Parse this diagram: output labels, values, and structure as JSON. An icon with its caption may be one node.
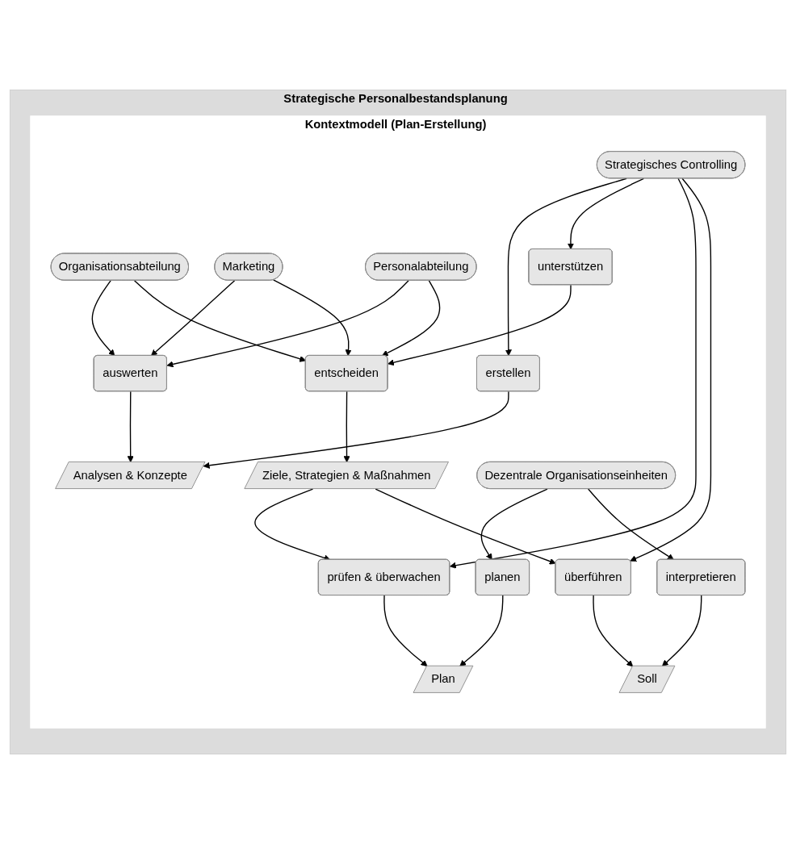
{
  "diagram": {
    "nodes": [
      {
        "text": [
          "Strategische Personalbestandsplanung"
        ]
      },
      {
        "text": [
          "Kontextmodell (Plan-Erstellung)"
        ],
        "in": 0
      },
      {
        "text": [
          "Organisationsabteilung"
        ],
        "in": 1
      },
      {
        "text": [
          "Marketing"
        ],
        "in": 1
      },
      {
        "text": [
          "Personalabteilung"
        ],
        "in": 1
      },
      {
        "text": [
          "auswerten"
        ],
        "in": 1
      },
      {
        "text": [
          "entscheiden"
        ],
        "in": 1
      },
      {
        "text": [
          "Analysen & Konzepte"
        ],
        "in": 1
      },
      {
        "text": [
          "Ziele, Strategien & Maßnahmen"
        ],
        "in": 1
      },
      {
        "text": [
          "erstellen"
        ],
        "in": 1
      },
      {
        "text": [
          "unterstützen"
        ],
        "in": 1
      },
      {
        "text": [
          "prüfen & überwachen"
        ],
        "in": 1
      },
      {
        "text": [
          "überführen"
        ],
        "in": 1
      },
      {
        "text": [
          "Strategisches Controlling"
        ],
        "in": 1
      },
      {
        "text": [
          "Plan"
        ],
        "in": 1
      },
      {
        "text": [
          "Soll"
        ],
        "in": 1
      },
      {
        "text": [
          "planen"
        ],
        "in": 1
      },
      {
        "text": [
          "interpretieren"
        ],
        "in": 1
      },
      {
        "text": [
          "Dezentrale Organisationseinheiten"
        ],
        "in": 1
      }
    ],
    "edges": [
      {
        "from": 2,
        "to": 5,
        "arrow": "to"
      },
      {
        "from": 2,
        "to": 6,
        "arrow": "to"
      },
      {
        "from": 3,
        "to": 5,
        "arrow": "to"
      },
      {
        "from": 3,
        "to": 6,
        "arrow": "to"
      },
      {
        "from": 4,
        "to": 5,
        "arrow": "to"
      },
      {
        "from": 4,
        "to": 6,
        "arrow": "to"
      },
      {
        "from": 5,
        "to": 7,
        "arrow": "to"
      },
      {
        "from": 6,
        "to": 8,
        "arrow": "to"
      },
      {
        "from": 9,
        "to": 7,
        "arrow": "to"
      },
      {
        "from": 10,
        "to": 6,
        "arrow": "to"
      },
      {
        "from": 8,
        "to": 11,
        "arrow": "to"
      },
      {
        "from": 8,
        "to": 12,
        "arrow": "to"
      },
      {
        "from": 13,
        "to": 9,
        "arrow": "to"
      },
      {
        "from": 13,
        "to": 10,
        "arrow": "to"
      },
      {
        "from": 13,
        "to": 11,
        "arrow": "to"
      },
      {
        "from": 13,
        "to": 12,
        "arrow": "to"
      },
      {
        "from": 11,
        "to": 14,
        "arrow": "to"
      },
      {
        "from": 12,
        "to": 15,
        "arrow": "to"
      },
      {
        "from": 16,
        "to": 14,
        "arrow": "to"
      },
      {
        "from": 17,
        "to": 15,
        "arrow": "to"
      },
      {
        "from": 18,
        "to": 16,
        "arrow": "to"
      },
      {
        "from": 18,
        "to": 17,
        "arrow": "to"
      }
    ]
  }
}
